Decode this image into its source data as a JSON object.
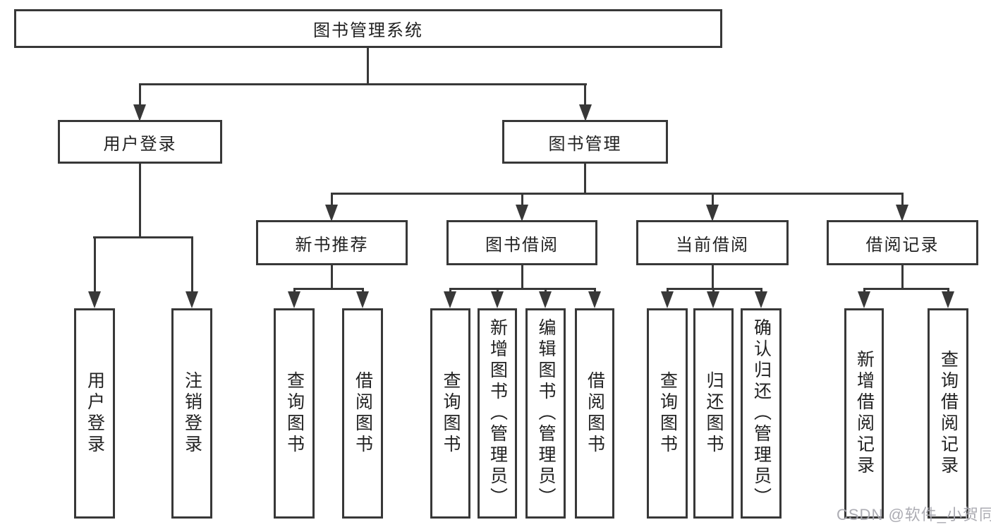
{
  "colors": {
    "line": "#383838",
    "text": "#222222",
    "background": "#ffffff",
    "watermark": "#a8a8af"
  },
  "watermark": {
    "text": "CSDN @软件_小贺同学"
  },
  "tree": {
    "root": "图书管理系统",
    "children": [
      {
        "label": "用户登录",
        "children": [
          "用户登录",
          "注销登录"
        ]
      },
      {
        "label": "图书管理",
        "children": [
          {
            "label": "新书推荐",
            "children": [
              "查询图书",
              "借阅图书"
            ]
          },
          {
            "label": "图书借阅",
            "children": [
              "查询图书",
              "新增图书（管理员）",
              "编辑图书（管理员）",
              "借阅图书"
            ]
          },
          {
            "label": "当前借阅",
            "children": [
              "查询图书",
              "归还图书",
              "确认归还（管理员）"
            ]
          },
          {
            "label": "借阅记录",
            "children": [
              "新增借阅记录",
              "查询借阅记录"
            ]
          }
        ]
      }
    ]
  }
}
